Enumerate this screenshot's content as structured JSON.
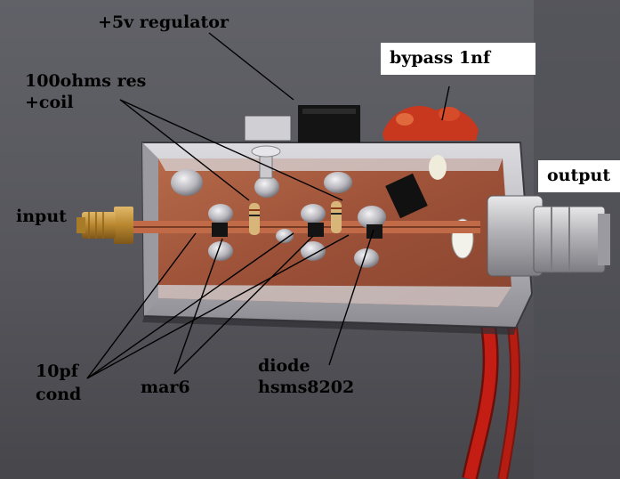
{
  "annotations": {
    "regulator": "+5v regulator",
    "bypass": "bypass 1nf",
    "resistor_line1": "100ohms res",
    "resistor_line2": "+coil",
    "output": "output",
    "input": "input",
    "capacitor_line1": "10pf",
    "capacitor_line2": "cond",
    "amplifier": "mar6",
    "diode_line1": "diode",
    "diode_line2": "hsms8202"
  },
  "colors": {
    "background_top": "#5d5d63",
    "background_bottom": "#4a4a50",
    "enclosure_metal": "#c9c9cf",
    "pcb_copper": "#a2583e",
    "cable_red": "#c41e14",
    "label_text": "#000000",
    "label_box": "#ffffff"
  }
}
